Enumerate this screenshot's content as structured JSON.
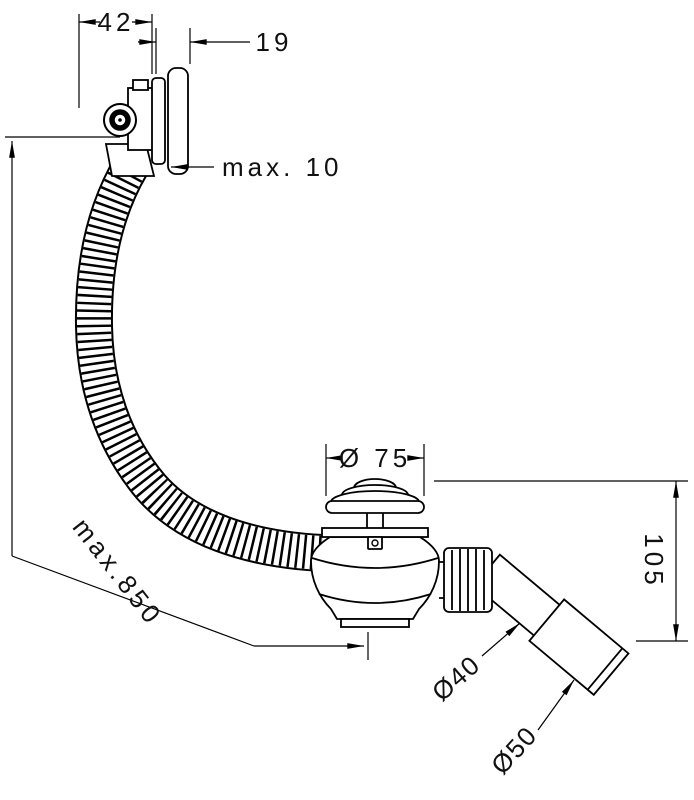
{
  "dimensions": {
    "width_42": "42",
    "depth_19": "19",
    "max_wall_10": "max. 10",
    "hose_length_max_850": "max.850",
    "cap_diameter_75": "Ø 75",
    "height_105": "105",
    "pipe_diameter_40": "Ø40",
    "socket_diameter_50": "Ø50"
  },
  "colors": {
    "line": "#000000",
    "background": "#ffffff"
  }
}
